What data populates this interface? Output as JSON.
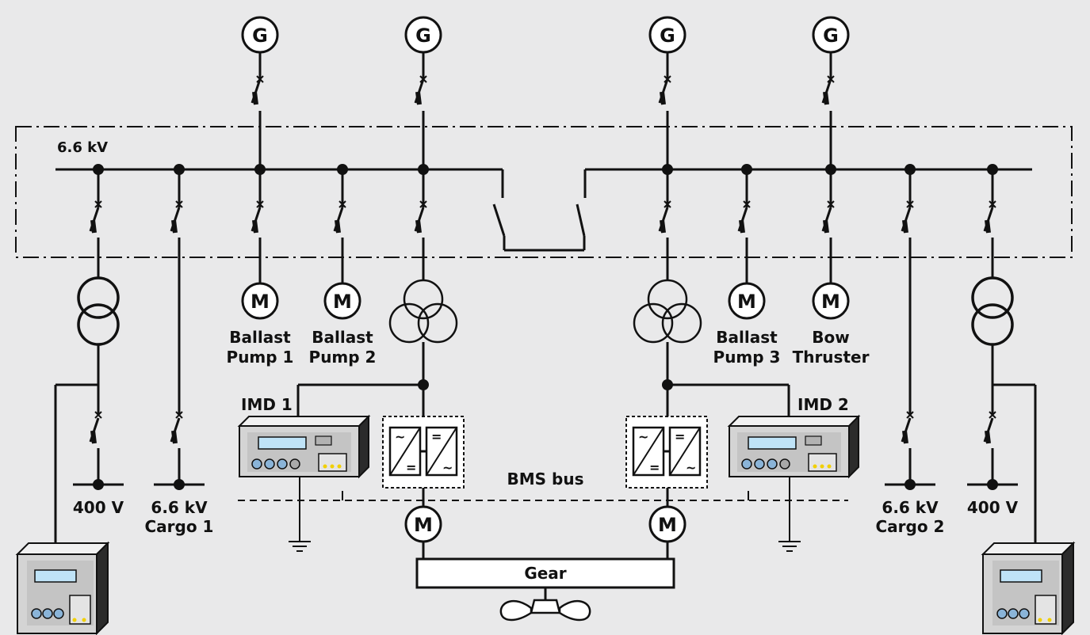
{
  "bus_voltage": "6.6 kV",
  "generator_symbol": "G",
  "motor_symbol": "M",
  "loads": {
    "ballast_pump_1": [
      "Ballast",
      "Pump 1"
    ],
    "ballast_pump_2": [
      "Ballast",
      "Pump 2"
    ],
    "ballast_pump_3": [
      "Ballast",
      "Pump 3"
    ],
    "bow_thruster": [
      "Bow",
      "Thruster"
    ]
  },
  "outputs": {
    "lv_left": "400 V",
    "cargo_1": [
      "6.6 kV",
      "Cargo 1"
    ],
    "cargo_2": [
      "6.6 kV",
      "Cargo 2"
    ],
    "lv_right": "400 V"
  },
  "imd_1": "IMD 1",
  "imd_2": "IMD 2",
  "bms_bus": "BMS bus",
  "gear": "Gear",
  "converter_ac": "~",
  "converter_dc": "=",
  "colors": {
    "background": "#e9e9ea",
    "device_screen": "#bfe3f7",
    "device_led": "#f2d000",
    "device_button": "#8ab4d8"
  }
}
